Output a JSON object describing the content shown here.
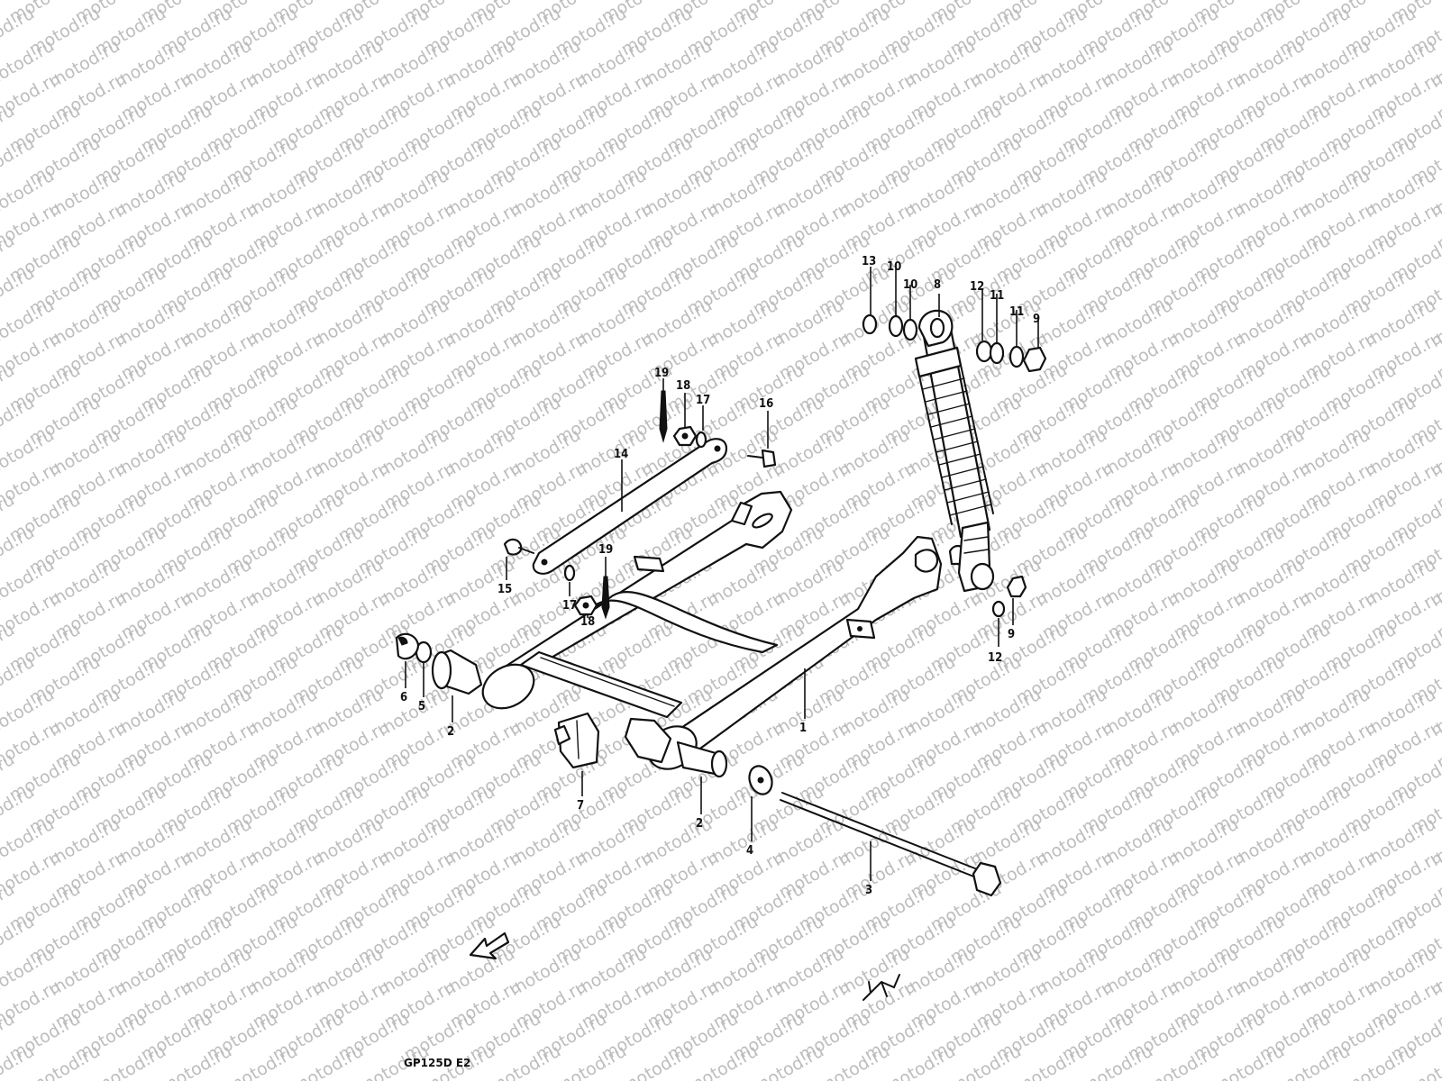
{
  "watermark": {
    "text": "motod.ru",
    "color": "#bdbdbd"
  },
  "diagram": {
    "model_code": "GP125D E2",
    "callouts": [
      {
        "id": "1",
        "label": "1"
      },
      {
        "id": "2a",
        "label": "2"
      },
      {
        "id": "2b",
        "label": "2"
      },
      {
        "id": "3",
        "label": "3"
      },
      {
        "id": "4",
        "label": "4"
      },
      {
        "id": "5",
        "label": "5"
      },
      {
        "id": "6",
        "label": "6"
      },
      {
        "id": "7",
        "label": "7"
      },
      {
        "id": "8",
        "label": "8"
      },
      {
        "id": "9a",
        "label": "9"
      },
      {
        "id": "9b",
        "label": "9"
      },
      {
        "id": "10a",
        "label": "10"
      },
      {
        "id": "10b",
        "label": "10"
      },
      {
        "id": "11a",
        "label": "11"
      },
      {
        "id": "11b",
        "label": "11"
      },
      {
        "id": "12a",
        "label": "12"
      },
      {
        "id": "12b",
        "label": "12"
      },
      {
        "id": "13",
        "label": "13"
      },
      {
        "id": "14",
        "label": "14"
      },
      {
        "id": "15",
        "label": "15"
      },
      {
        "id": "16",
        "label": "16"
      },
      {
        "id": "17a",
        "label": "17"
      },
      {
        "id": "17b",
        "label": "17"
      },
      {
        "id": "18a",
        "label": "18"
      },
      {
        "id": "18b",
        "label": "18"
      },
      {
        "id": "19a",
        "label": "19"
      },
      {
        "id": "19b",
        "label": "19"
      }
    ]
  }
}
